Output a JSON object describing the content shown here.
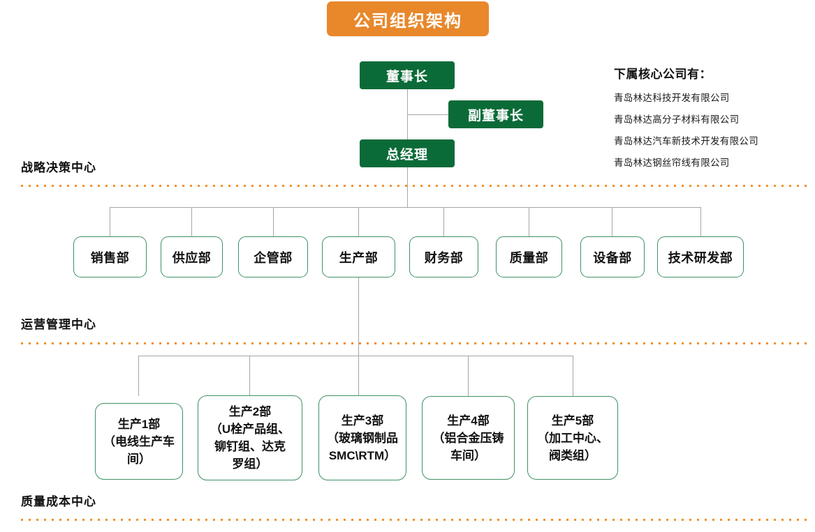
{
  "title": "公司组织架构",
  "colors": {
    "title_bg": "#E8882B",
    "exec_box": "#0B6B38",
    "dept_border": "#3F9163",
    "divider_dot": "#F0912C",
    "connector": "#A6A6A6"
  },
  "executives": [
    {
      "name": "chairman",
      "label": "董事长"
    },
    {
      "name": "vice-chairman",
      "label": "副董事长"
    },
    {
      "name": "general-manager",
      "label": "总经理"
    }
  ],
  "subsidiaries": {
    "heading": "下属核心公司有：",
    "items": [
      "青岛林达科技开发有限公司",
      "青岛林达高分子材料有限公司",
      "青岛林达汽车新技术开发有限公司",
      "青岛林达钢丝帘线有限公司"
    ]
  },
  "zones": [
    {
      "label": "战略决策中心"
    },
    {
      "label": "运营管理中心"
    },
    {
      "label": "质量成本中心"
    }
  ],
  "departments": [
    {
      "label": "销售部"
    },
    {
      "label": "供应部"
    },
    {
      "label": "企管部"
    },
    {
      "label": "生产部"
    },
    {
      "label": "财务部"
    },
    {
      "label": "质量部"
    },
    {
      "label": "设备部"
    },
    {
      "label": "技术研发部"
    }
  ],
  "production_units": [
    {
      "label": "生产1部\n（电线生产车\n间）"
    },
    {
      "label": "生产2部\n（U栓产品组、\n铆钉组、达克\n罗组）"
    },
    {
      "label": "生产3部\n（玻璃钢制品\nSMC\\RTM）"
    },
    {
      "label": "生产4部\n（铝合金压铸\n车间）"
    },
    {
      "label": "生产5部\n（加工中心、\n阀类组）"
    }
  ]
}
